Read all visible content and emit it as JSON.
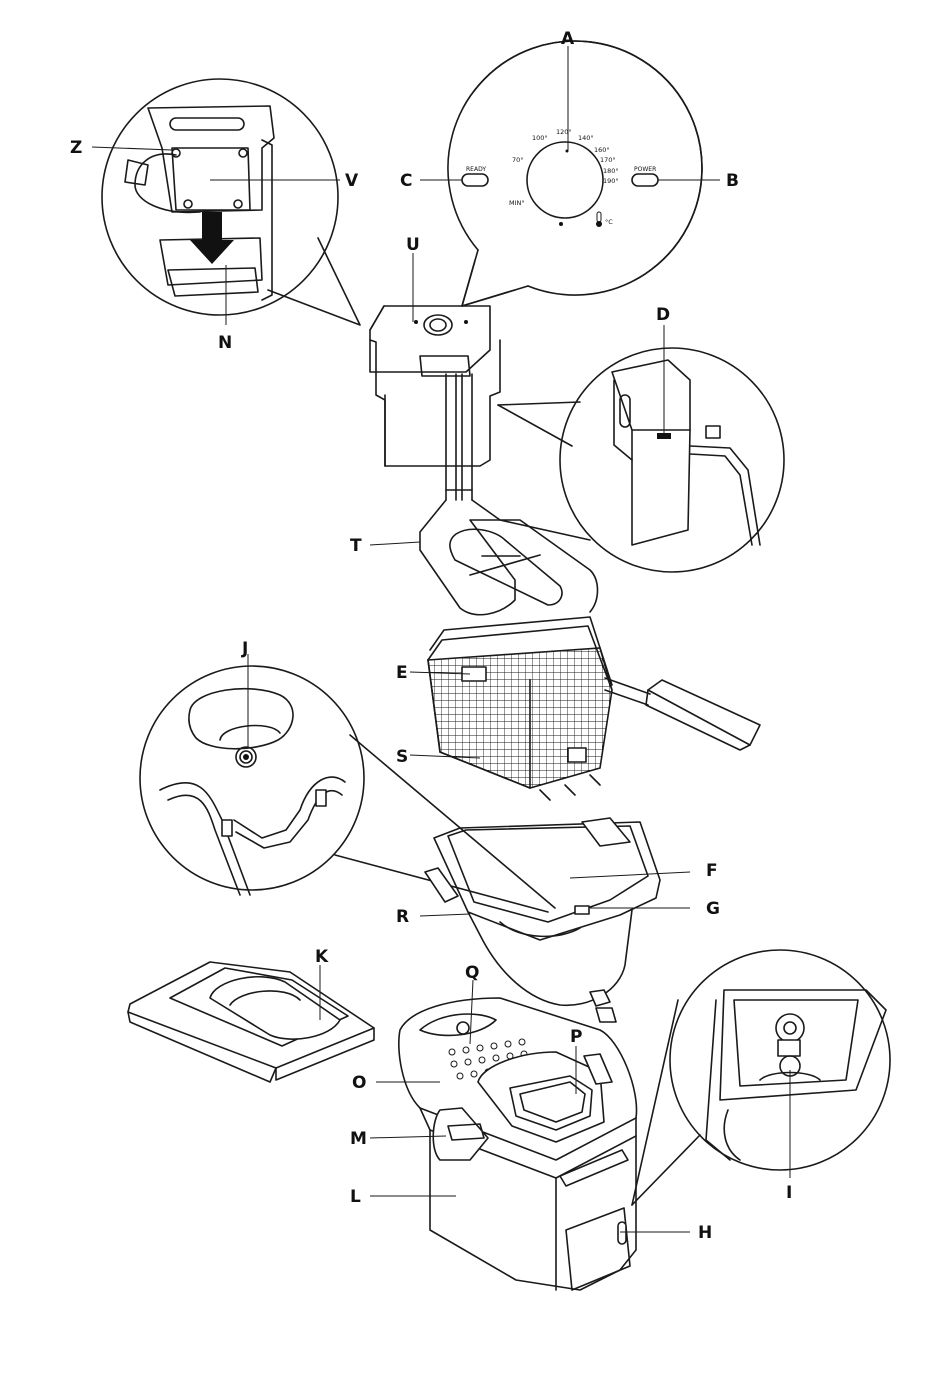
{
  "labels": {
    "A": "A",
    "B": "B",
    "C": "C",
    "D": "D",
    "E": "E",
    "F": "F",
    "G": "G",
    "H": "H",
    "I": "I",
    "J": "J",
    "K": "K",
    "L": "L",
    "M": "M",
    "N": "N",
    "O": "O",
    "P": "P",
    "Q": "Q",
    "R": "R",
    "S": "S",
    "T": "T",
    "U": "U",
    "V": "V",
    "Z": "Z"
  },
  "control_panel": {
    "ready_label": "READY",
    "power_label": "POWER",
    "temperatures": [
      "70°",
      "100°",
      "120°",
      "140°",
      "160°",
      "170°",
      "180°",
      "190°"
    ],
    "min_label": "MIN°",
    "unit_label": "°C"
  }
}
